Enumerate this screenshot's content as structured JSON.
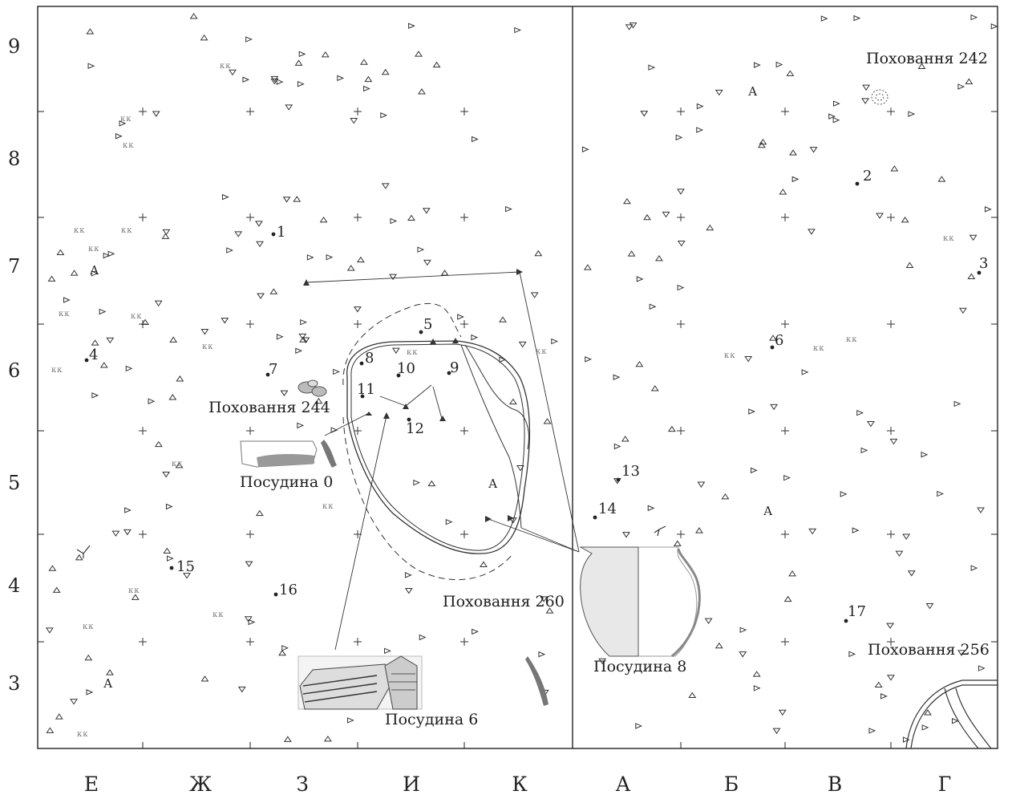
{
  "rows": [
    "9",
    "8",
    "7",
    "6",
    "5",
    "4",
    "3"
  ],
  "columns": [
    "Е",
    "Ж",
    "З",
    "И",
    "К",
    "А",
    "Б",
    "В",
    "Г"
  ],
  "burials": {
    "b242": "Поховання 242",
    "b244": "Поховання 244",
    "b260": "Поховання 260",
    "b256": "Поховання 256"
  },
  "vessels": {
    "v0": "Посудина 0",
    "v6": "Посудина 6",
    "v8": "Посудина 8"
  },
  "finds": [
    "1",
    "2",
    "3",
    "4",
    "5",
    "6",
    "7",
    "8",
    "9",
    "10",
    "11",
    "12",
    "13",
    "14",
    "15",
    "16",
    "17"
  ],
  "marks": {
    "kk": "кк",
    "a": "А"
  }
}
